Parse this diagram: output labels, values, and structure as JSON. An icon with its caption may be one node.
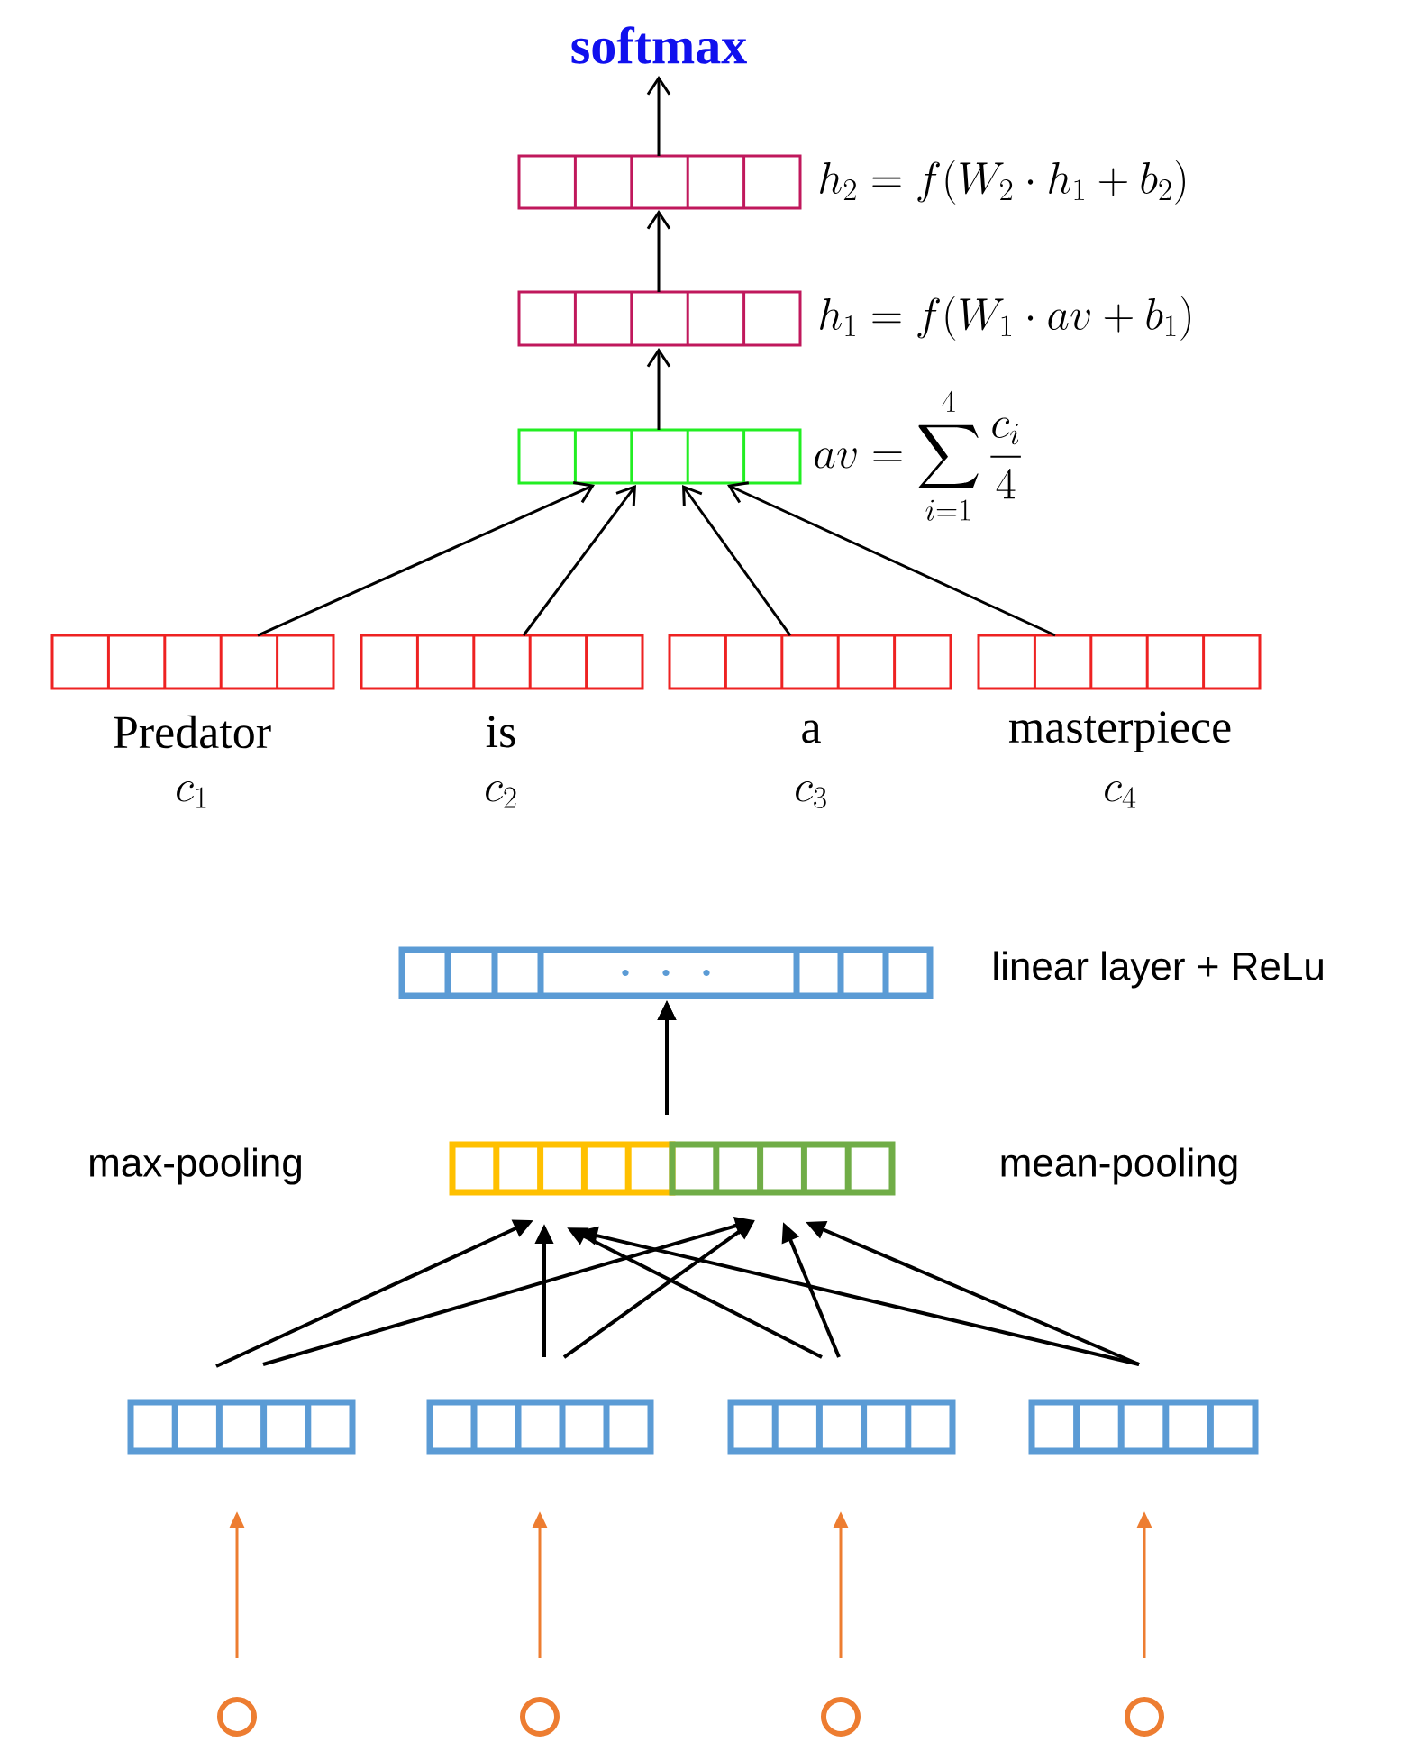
{
  "diagram": {
    "nodes": [
      {
        "text": [
          "softmax"
        ]
      },
      {
        "text": [],
        "shape": "bar",
        "beside": [
          "h_2 = f(W_2 \\cdot h_1 + b_2)"
        ]
      },
      {
        "text": [],
        "shape": "bar",
        "beside": [
          "h_1 = f(W_1 \\cdot av + b_1)"
        ]
      },
      {
        "text": [],
        "shape": "bar",
        "beside": [
          "av = \\sum_{i=1}^{4} \\frac{c_i}{4}"
        ]
      },
      {
        "text": [],
        "shape": "bar",
        "beside": [
          "Predator",
          "c_1"
        ]
      },
      {
        "text": [],
        "shape": "bar",
        "beside": [
          "is",
          "c_2"
        ]
      },
      {
        "text": [],
        "shape": "bar",
        "beside": [
          "a",
          "c_3"
        ]
      },
      {
        "text": [],
        "shape": "bar",
        "beside": [
          "masterpiece",
          "c_4"
        ]
      },
      {
        "text": [],
        "shape": "bar",
        "beside": [
          "linear layer + ReLu"
        ]
      },
      {
        "text": [],
        "shape": "bar",
        "beside": [
          "max-pooling"
        ]
      },
      {
        "text": [],
        "shape": "bar",
        "beside": [
          "mean-pooling"
        ]
      },
      {
        "text": [],
        "shape": "bar"
      },
      {
        "text": [],
        "shape": "bar"
      },
      {
        "text": [],
        "shape": "bar"
      },
      {
        "text": [],
        "shape": "bar"
      },
      {
        "text": [],
        "shape": "circle"
      },
      {
        "text": [],
        "shape": "circle"
      },
      {
        "text": [],
        "shape": "circle"
      },
      {
        "text": [],
        "shape": "circle"
      }
    ],
    "edges": [
      {
        "from": 1,
        "to": 0,
        "arrow": "to"
      },
      {
        "from": 2,
        "to": 1,
        "arrow": "to"
      },
      {
        "from": 3,
        "to": 2,
        "arrow": "to"
      },
      {
        "from": 4,
        "to": 3,
        "arrow": "to"
      },
      {
        "from": 5,
        "to": 3,
        "arrow": "to"
      },
      {
        "from": 6,
        "to": 3,
        "arrow": "to"
      },
      {
        "from": 7,
        "to": 3,
        "arrow": "to"
      },
      {
        "from": 9,
        "to": 8,
        "arrow": "to"
      },
      {
        "from": 10,
        "to": 8,
        "arrow": "to"
      },
      {
        "from": 11,
        "to": 9,
        "arrow": "to"
      },
      {
        "from": 11,
        "to": 10,
        "arrow": "to"
      },
      {
        "from": 12,
        "to": 9,
        "arrow": "to"
      },
      {
        "from": 12,
        "to": 10,
        "arrow": "to"
      },
      {
        "from": 13,
        "to": 9,
        "arrow": "to"
      },
      {
        "from": 13,
        "to": 10,
        "arrow": "to"
      },
      {
        "from": 14,
        "to": 9,
        "arrow": "to"
      },
      {
        "from": 14,
        "to": 10,
        "arrow": "to"
      },
      {
        "from": 15,
        "to": 11,
        "arrow": "to",
        "color": "#ed7d31"
      },
      {
        "from": 16,
        "to": 12,
        "arrow": "to",
        "color": "#ed7d31"
      },
      {
        "from": 17,
        "to": 13,
        "arrow": "to",
        "color": "#ed7d31"
      },
      {
        "from": 18,
        "to": 14,
        "arrow": "to",
        "color": "#ed7d31"
      }
    ]
  }
}
